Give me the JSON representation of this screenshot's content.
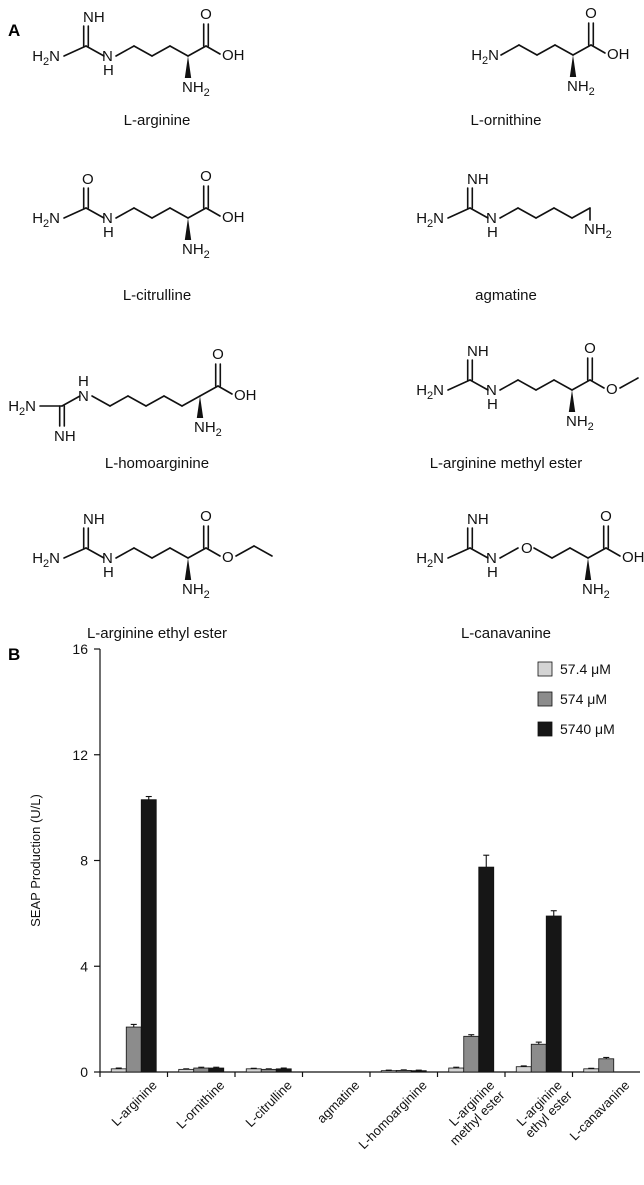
{
  "panels": {
    "a": "A",
    "b": "B"
  },
  "molecules": [
    {
      "id": "arginine",
      "name": "L-arginine",
      "labels": [
        "NH",
        "H",
        "N",
        "N",
        "H",
        "O",
        "OH",
        "NH"
      ]
    },
    {
      "id": "ornithine",
      "name": "L-ornithine",
      "labels": [
        "H",
        "N",
        "O",
        "OH",
        "NH"
      ]
    },
    {
      "id": "citrulline",
      "name": "L-citrulline",
      "labels": [
        "O",
        "H",
        "N",
        "N",
        "H",
        "O",
        "OH",
        "NH"
      ]
    },
    {
      "id": "agmatine",
      "name": "agmatine",
      "labels": [
        "NH",
        "H",
        "N",
        "N",
        "H",
        "NH"
      ]
    },
    {
      "id": "homoarginine",
      "name": "L-homoarginine",
      "labels": [
        "H",
        "H",
        "N",
        "N",
        "NH",
        "O",
        "OH",
        "NH"
      ]
    },
    {
      "id": "arg-methyl-ester",
      "name": "L-arginine methyl ester",
      "labels": [
        "NH",
        "H",
        "N",
        "N",
        "H",
        "O",
        "O",
        "NH"
      ]
    },
    {
      "id": "arg-ethyl-ester",
      "name": "L-arginine ethyl ester",
      "labels": [
        "NH",
        "H",
        "N",
        "N",
        "H",
        "O",
        "O",
        "NH"
      ]
    },
    {
      "id": "canavanine",
      "name": "L-canavanine",
      "labels": [
        "NH",
        "H",
        "N",
        "N",
        "H",
        "O",
        "O",
        "OH",
        "NH"
      ]
    }
  ],
  "subscripts": {
    "two": "2"
  },
  "chart_data": {
    "type": "bar",
    "ylabel": "SEAP Production (U/L)",
    "ylim": [
      0,
      16
    ],
    "yticks": [
      "0",
      "4",
      "8",
      "12",
      "16"
    ],
    "legend_position": "top-right",
    "categories": [
      [
        "L-arginine"
      ],
      [
        "L-ornithine"
      ],
      [
        "L-citrulline"
      ],
      [
        "agmatine"
      ],
      [
        "L-homoarginine"
      ],
      [
        "L-arginine",
        "methyl ester"
      ],
      [
        "L-arginine",
        "ethyl ester"
      ],
      [
        "L-canavanine"
      ]
    ],
    "series": [
      {
        "name": "57.4 μM",
        "color": "#d4d4d4",
        "values": [
          0.12,
          0.1,
          0.12,
          0,
          0.05,
          0.15,
          0.2,
          0.12
        ],
        "errors": [
          0.03,
          0.02,
          0.02,
          0,
          0.02,
          0.03,
          0.03,
          0.02
        ]
      },
      {
        "name": "574 μM",
        "color": "#8c8c8c",
        "values": [
          1.7,
          0.15,
          0.1,
          0,
          0.06,
          1.35,
          1.05,
          0.5
        ],
        "errors": [
          0.1,
          0.03,
          0.02,
          0,
          0.02,
          0.06,
          0.08,
          0.05
        ]
      },
      {
        "name": "5740 μM",
        "color": "#161616",
        "values": [
          10.3,
          0.15,
          0.12,
          0,
          0.05,
          7.75,
          5.9,
          0
        ],
        "errors": [
          0.12,
          0.03,
          0.03,
          0,
          0.02,
          0.45,
          0.2,
          0
        ]
      }
    ]
  }
}
